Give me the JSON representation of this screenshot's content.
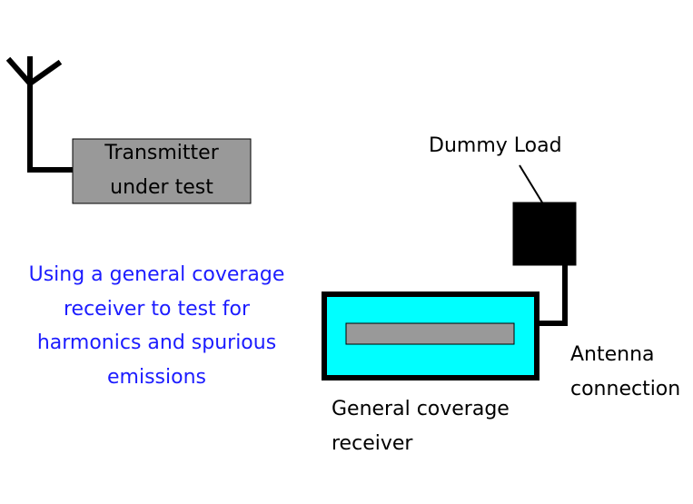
{
  "transmitter": {
    "line1": "Transmitter",
    "line2": "under test"
  },
  "dummy_load": {
    "label": "Dummy Load"
  },
  "antenna_connection": {
    "line1": "Antenna",
    "line2": "connection"
  },
  "receiver": {
    "line1": "General coverage",
    "line2": "receiver"
  },
  "caption": {
    "line1": "Using a general coverage",
    "line2": "receiver to test for",
    "line3": "harmonics and spurious",
    "line4": "emissions"
  },
  "colors": {
    "transmitter_box": "#999999",
    "receiver_body": "#00ffff",
    "receiver_display": "#999999",
    "dummy_load": "#000000",
    "caption_text": "#1c1cff"
  }
}
